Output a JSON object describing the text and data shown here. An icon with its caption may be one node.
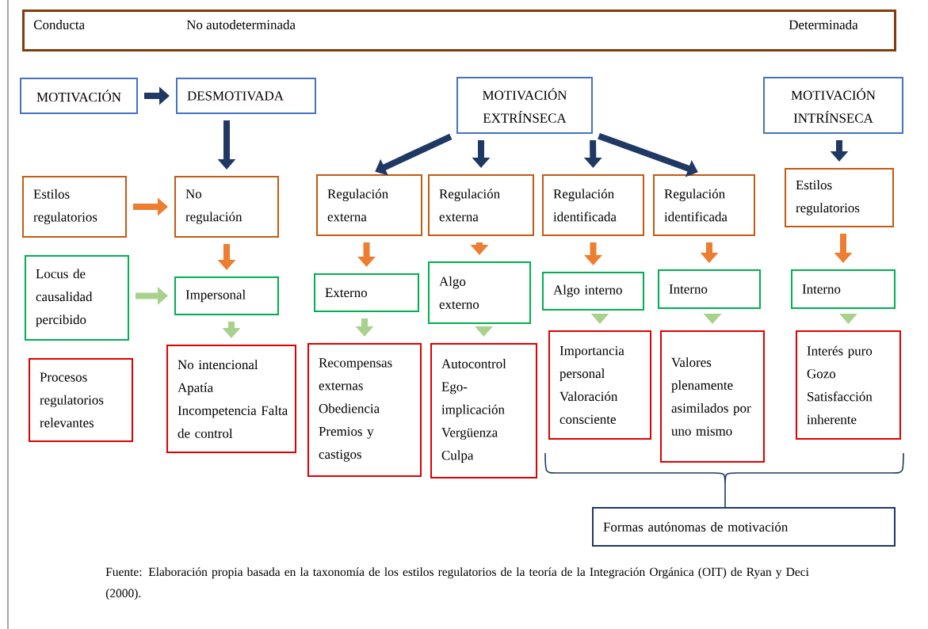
{
  "diagram": {
    "caption": "Fuente: Elaboración propia basada en la taxonomía de los estilos regulatorios de la teoría de la Integración Orgánica (OIT) de Ryan y Deci (2000).",
    "nodes": [
      {
        "text": [
          "Conducta",
          "No autodeterminada",
          "Determinada"
        ]
      },
      {
        "text": [
          "MOTIVACIÓN"
        ]
      },
      {
        "text": [
          "DESMOTIVADA"
        ]
      },
      {
        "text": [
          "MOTIVACIÓN EXTRÍNSECA"
        ]
      },
      {
        "text": [
          "MOTIVACIÓN INTRÍNSECA"
        ]
      },
      {
        "text": [
          "Estilos regulatorios"
        ]
      },
      {
        "text": [
          "No regulación"
        ]
      },
      {
        "text": [
          "Regulación externa"
        ]
      },
      {
        "text": [
          "Regulación externa"
        ]
      },
      {
        "text": [
          "Regulación identificada"
        ]
      },
      {
        "text": [
          "Regulación identificada"
        ]
      },
      {
        "text": [
          "Estilos regulatorios"
        ]
      },
      {
        "text": [
          "Locus de causalidad percibido"
        ]
      },
      {
        "text": [
          "Impersonal"
        ]
      },
      {
        "text": [
          "Externo"
        ]
      },
      {
        "text": [
          "Algo externo"
        ]
      },
      {
        "text": [
          "Algo interno"
        ]
      },
      {
        "text": [
          "Interno"
        ]
      },
      {
        "text": [
          "Interno"
        ]
      },
      {
        "text": [
          "Procesos regulatorios relevantes"
        ]
      },
      {
        "text": [
          "No intencional Apatía Incompetencia Falta de control"
        ]
      },
      {
        "text": [
          "Recompensas externas Obediencia Premios y castigos"
        ]
      },
      {
        "text": [
          "Autocontrol Ego-implicación Vergüenza Culpa"
        ]
      },
      {
        "text": [
          "Importancia personal Valoración consciente"
        ]
      },
      {
        "text": [
          "Valores plenamente asimilados por uno mismo"
        ]
      },
      {
        "text": [
          "Interés puro Gozo Satisfacción inherente"
        ]
      },
      {
        "text": [
          "Formas autónomas de motivación"
        ]
      }
    ],
    "edges": [
      {
        "from": 1,
        "to": 2,
        "arrow": "to",
        "color": "#1f3864"
      },
      {
        "from": 2,
        "to": 6,
        "arrow": "to",
        "color": "#1f3864"
      },
      {
        "from": 3,
        "to": 7,
        "arrow": "to",
        "color": "#1f3864"
      },
      {
        "from": 3,
        "to": 8,
        "arrow": "to",
        "color": "#1f3864"
      },
      {
        "from": 3,
        "to": 9,
        "arrow": "to",
        "color": "#1f3864"
      },
      {
        "from": 3,
        "to": 10,
        "arrow": "to",
        "color": "#1f3864"
      },
      {
        "from": 4,
        "to": 11,
        "arrow": "to",
        "color": "#1f3864"
      },
      {
        "from": 5,
        "to": 6,
        "arrow": "to",
        "color": "#ed7d31"
      },
      {
        "from": 6,
        "to": 13,
        "arrow": "to",
        "color": "#ed7d31"
      },
      {
        "from": 7,
        "to": 14,
        "arrow": "to",
        "color": "#ed7d31"
      },
      {
        "from": 8,
        "to": 15,
        "arrow": "to",
        "color": "#ed7d31"
      },
      {
        "from": 9,
        "to": 16,
        "arrow": "to",
        "color": "#ed7d31"
      },
      {
        "from": 10,
        "to": 17,
        "arrow": "to",
        "color": "#ed7d31"
      },
      {
        "from": 11,
        "to": 18,
        "arrow": "to",
        "color": "#ed7d31"
      },
      {
        "from": 12,
        "to": 13,
        "arrow": "to",
        "color": "#a9d18e"
      },
      {
        "from": 13,
        "to": 20,
        "arrow": "to",
        "color": "#a9d18e"
      },
      {
        "from": 14,
        "to": 21,
        "arrow": "to",
        "color": "#a9d18e"
      },
      {
        "from": 15,
        "to": 22,
        "arrow": "to",
        "color": "#a9d18e"
      },
      {
        "from": 16,
        "to": 23,
        "arrow": "to",
        "color": "#a9d18e"
      },
      {
        "from": 17,
        "to": 24,
        "arrow": "to",
        "color": "#a9d18e"
      },
      {
        "from": 18,
        "to": 25,
        "arrow": "to",
        "color": "#a9d18e"
      }
    ]
  }
}
